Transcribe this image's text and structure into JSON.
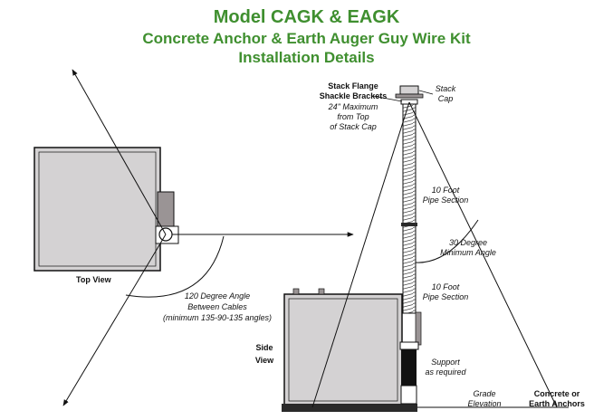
{
  "header": {
    "title": "Model CAGK & EAGK",
    "subtitle": "Concrete Anchor & Earth Auger Guy Wire Kit",
    "section": "Installation Details"
  },
  "top_view": {
    "label": "Top View",
    "angle_line1": "120 Degree Angle",
    "angle_line2": "Between Cables",
    "angle_note": "(minimum 135-90-135 angles)",
    "note_color": "#d0021b"
  },
  "side_view": {
    "label_line1": "Side",
    "label_line2": "View",
    "flange_line1": "Stack Flange",
    "flange_line2": "Shackle Brackets",
    "flange_line3": "24\" Maximum",
    "flange_line4": "from Top",
    "flange_line5": "of Stack Cap",
    "cap_line1": "Stack",
    "cap_line2": "Cap",
    "pipe1_line1": "10 Foot",
    "pipe1_line2": "Pipe Section",
    "angle_line1": "30 Degree",
    "angle_line2": "Minimum Angle",
    "pipe2_line1": "10 Foot",
    "pipe2_line2": "Pipe Section",
    "support_line1": "Support",
    "support_line2": "as required",
    "grade_line1": "Grade",
    "grade_line2": "Elevation",
    "anchors_line1": "Concrete or",
    "anchors_line2": "Earth Anchors"
  },
  "colors": {
    "title_green": "#3f8f2f",
    "tank_fill": "#d4d2d3",
    "base_dark": "#2a2a2a"
  }
}
